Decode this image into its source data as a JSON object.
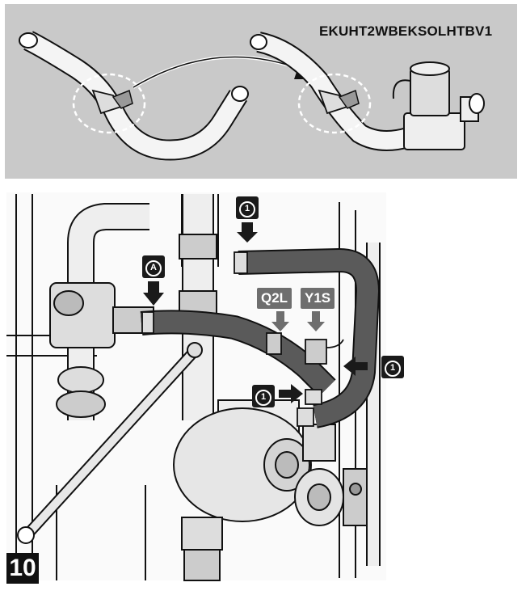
{
  "top_panel": {
    "model_code": "EKUHT2WBEKSOLHTBV1"
  },
  "labels": {
    "q2l": "Q2L",
    "y1s": "Y1S",
    "figure_number": "10"
  },
  "callouts": {
    "a": "A",
    "one": "1"
  },
  "colors": {
    "panel_bg": "#c9c9c9",
    "pipe_dark": "#4a4a4a",
    "line": "#111111",
    "tag_bg": "#6e6e6e"
  }
}
